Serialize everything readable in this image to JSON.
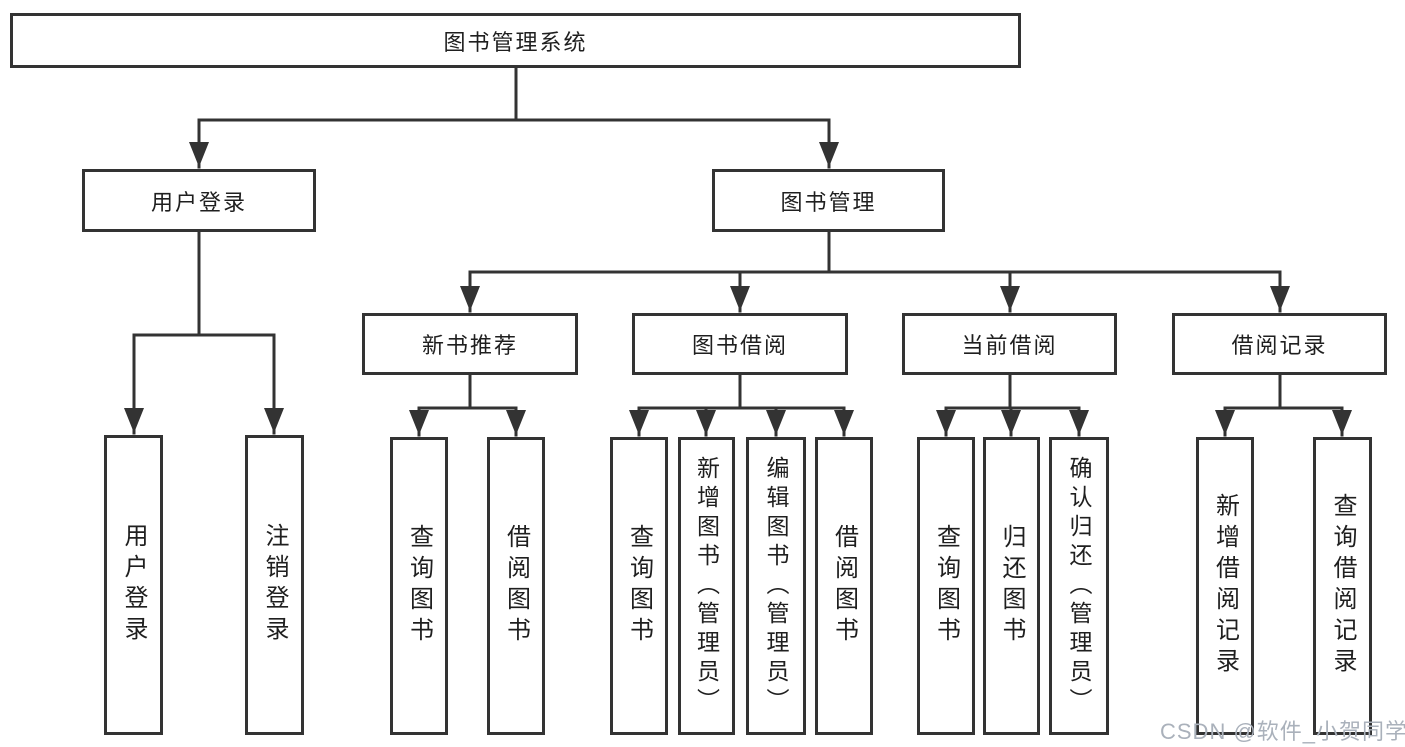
{
  "diagram_title": "图书管理系统",
  "nodes": {
    "root": "图书管理系统",
    "l2_user_login": "用户登录",
    "l2_book_mgmt": "图书管理",
    "l3_new_book": "新书推荐",
    "l3_book_borrow": "图书借阅",
    "l3_current_borrow": "当前借阅",
    "l3_borrow_record": "借阅记录",
    "leaf_user_login": "用户登录",
    "leaf_logout": "注销登录",
    "leaf_newbook_query": "查询图书",
    "leaf_newbook_borrow": "借阅图书",
    "leaf_borrow_query": "查询图书",
    "leaf_borrow_add": "新增图书（管理员）",
    "leaf_borrow_edit": "编辑图书（管理员）",
    "leaf_borrow_borrow": "借阅图书",
    "leaf_current_query": "查询图书",
    "leaf_current_return": "归还图书",
    "leaf_current_confirm": "确认归还（管理员）",
    "leaf_record_add": "新增借阅记录",
    "leaf_record_query": "查询借阅记录"
  },
  "hierarchy": {
    "图书管理系统": {
      "用户登录": [
        "用户登录",
        "注销登录"
      ],
      "图书管理": {
        "新书推荐": [
          "查询图书",
          "借阅图书"
        ],
        "图书借阅": [
          "查询图书",
          "新增图书（管理员）",
          "编辑图书（管理员）",
          "借阅图书"
        ],
        "当前借阅": [
          "查询图书",
          "归还图书",
          "确认归还（管理员）"
        ],
        "借阅记录": [
          "新增借阅记录",
          "查询借阅记录"
        ]
      }
    }
  },
  "watermark": "CSDN @软件_小贺同学",
  "colors": {
    "line": "#333333",
    "box_border": "#333333",
    "text": "#1f1f1f",
    "watermark": "#aab1bb",
    "background": "#ffffff"
  }
}
